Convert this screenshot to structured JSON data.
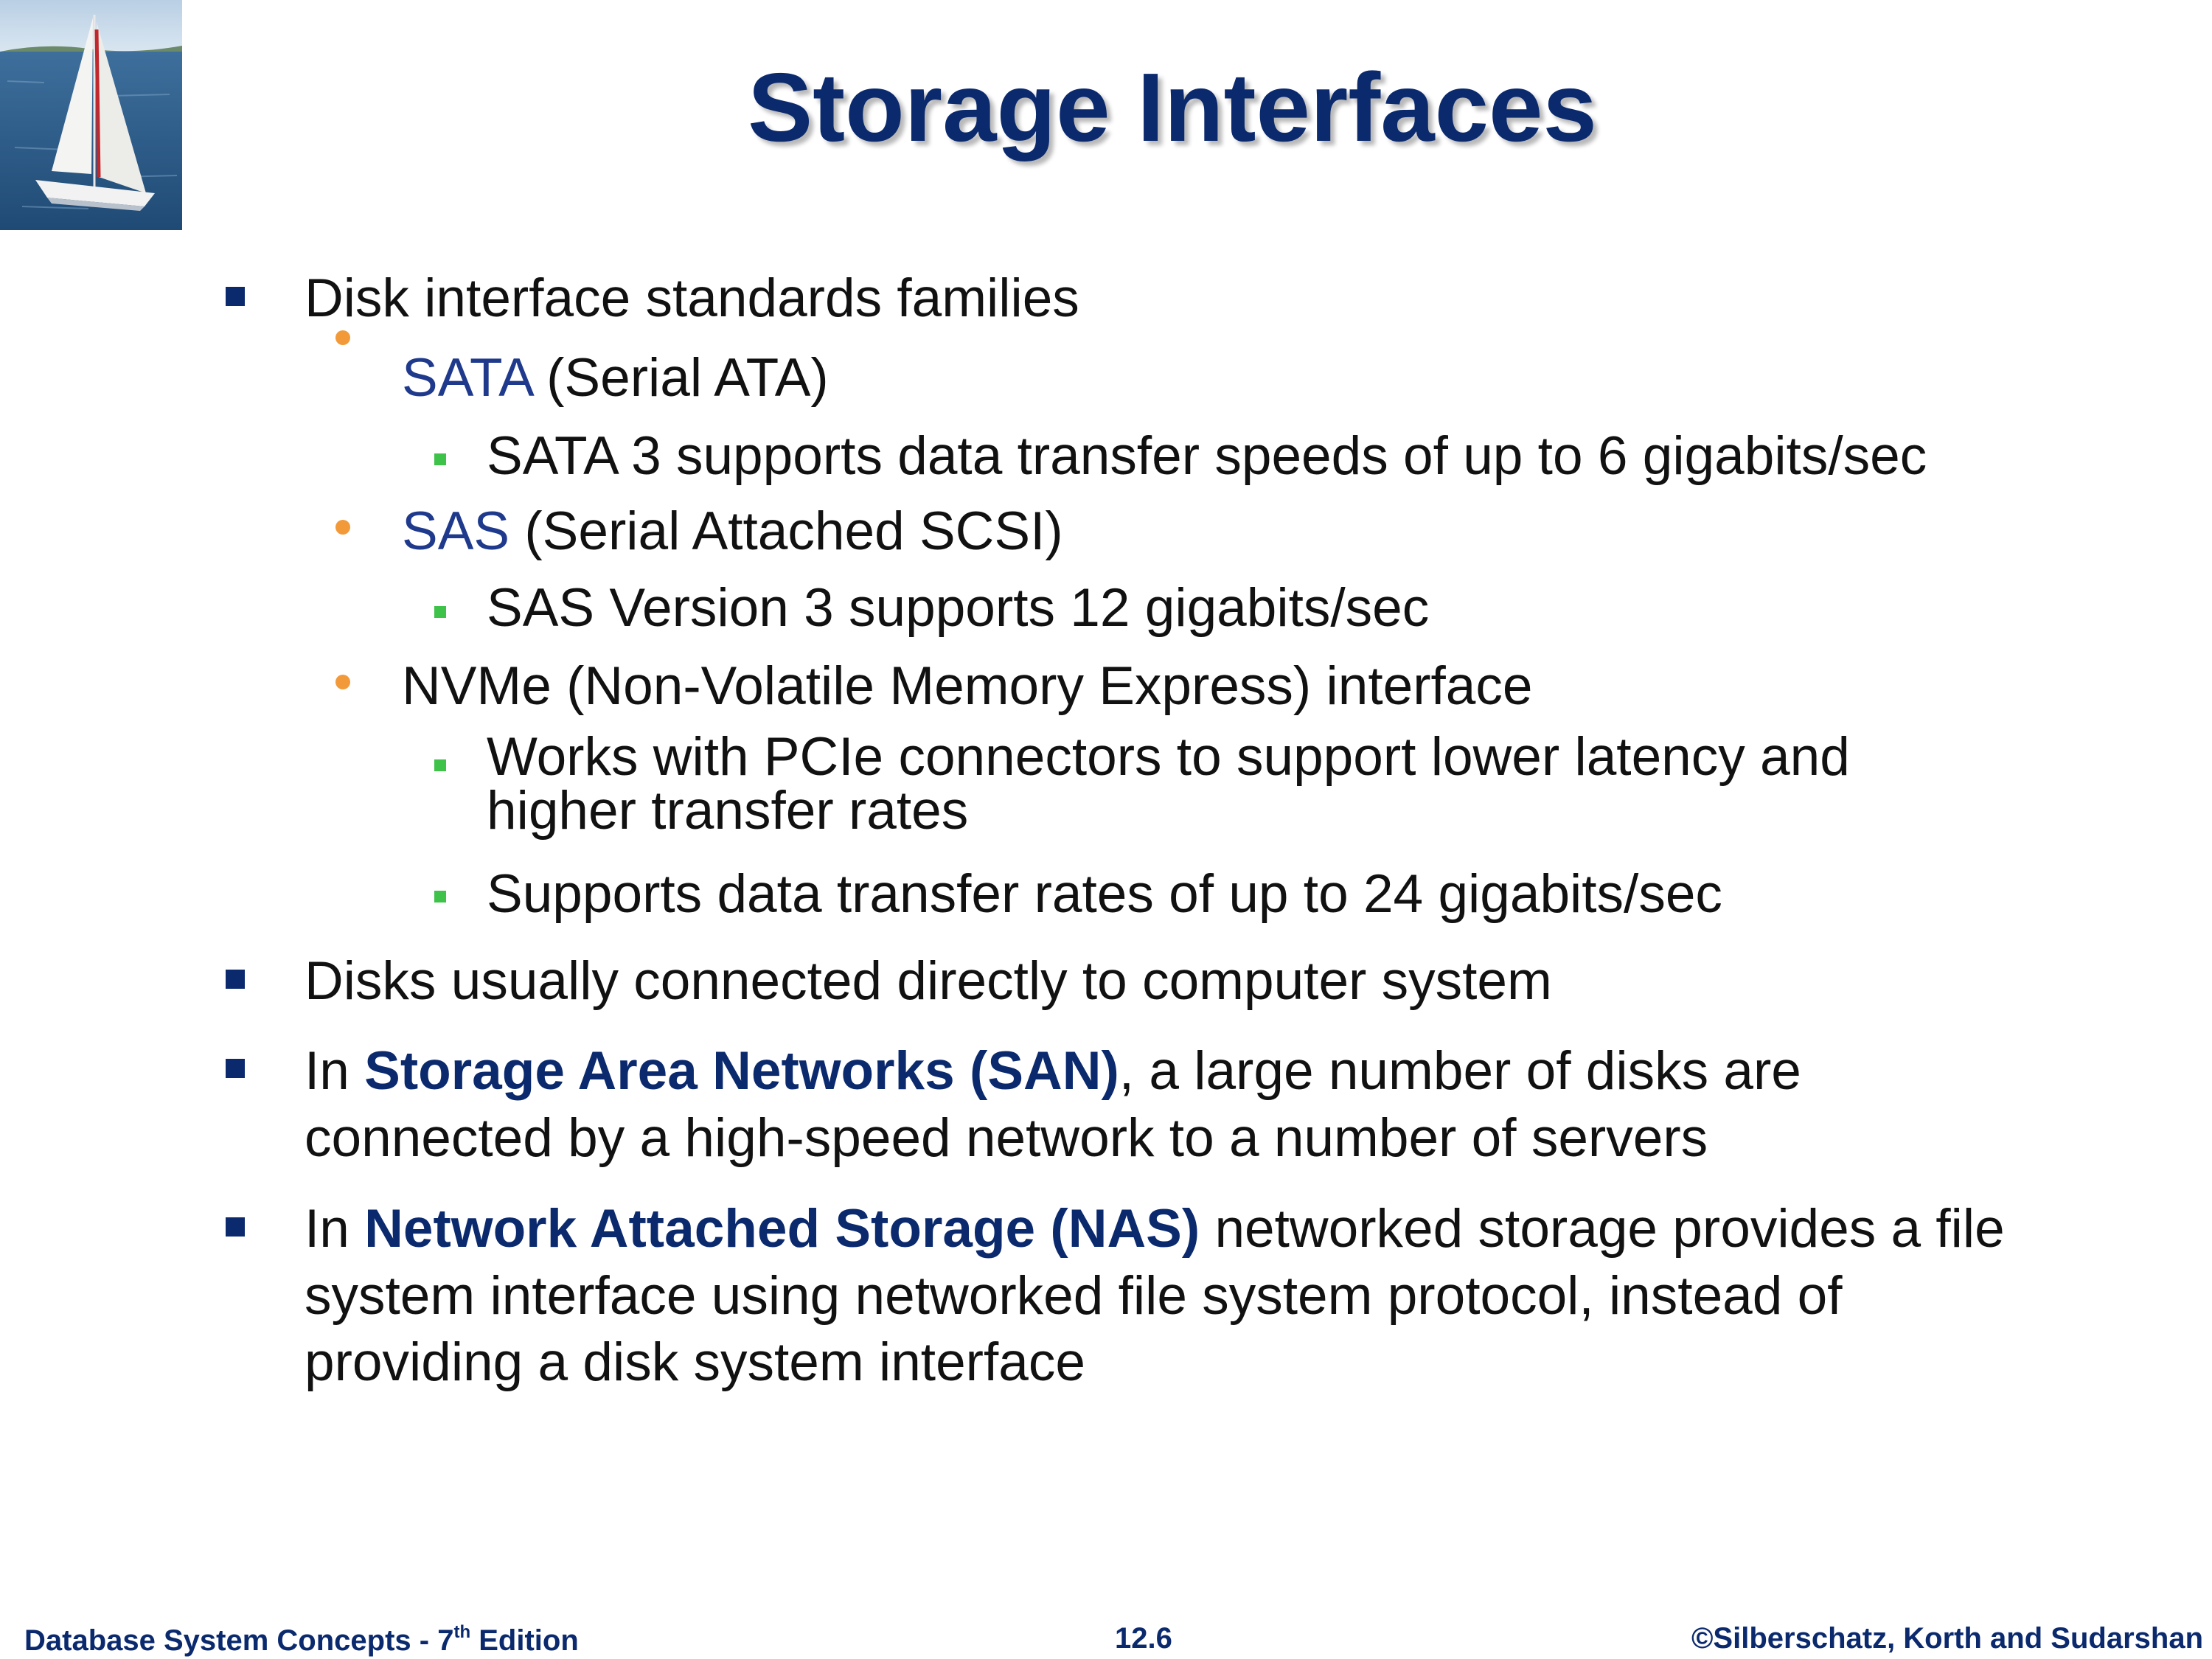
{
  "title": "Storage Interfaces",
  "bullets": {
    "b1": "Disk interface standards families",
    "sata_kw": "SATA",
    "sata_rest": " (Serial ATA)",
    "sata_sub": "SATA 3 supports data transfer speeds of up to 6 gigabits/sec",
    "sas_kw": "SAS",
    "sas_rest": " (Serial Attached SCSI)",
    "sas_sub": "SAS Version 3 supports 12 gigabits/sec",
    "nvme": "NVMe (Non-Volatile Memory Express) interface",
    "nvme_sub1": "Works with PCIe connectors to support lower latency and higher transfer rates",
    "nvme_sub2": "Supports data transfer rates of up to 24 gigabits/sec",
    "b2": "Disks usually connected directly to computer system",
    "b3_pre": "In ",
    "b3_kw": "Storage Area Networks (SAN)",
    "b3_post": ", a large number of disks are connected by a high-speed network to a number of servers",
    "b4_pre": "In ",
    "b4_kw": "Network Attached Storage (NAS)",
    "b4_post": " networked storage provides a file system interface using networked file system protocol, instead of providing a disk system interface"
  },
  "footer": {
    "left": "Database System Concepts - 7",
    "left_sup": "th",
    "left_end": " Edition",
    "center": "12.6",
    "right": "©Silberschatz, Korth and Sudarshan"
  },
  "colors": {
    "title": "#0b2a6e",
    "keyword": "#1f3a8c",
    "bullet_l1": "#0b2a6e",
    "bullet_l2": "#f29a3a",
    "bullet_l3": "#3ec24a"
  },
  "icons": [
    "sailboat-logo-image"
  ]
}
